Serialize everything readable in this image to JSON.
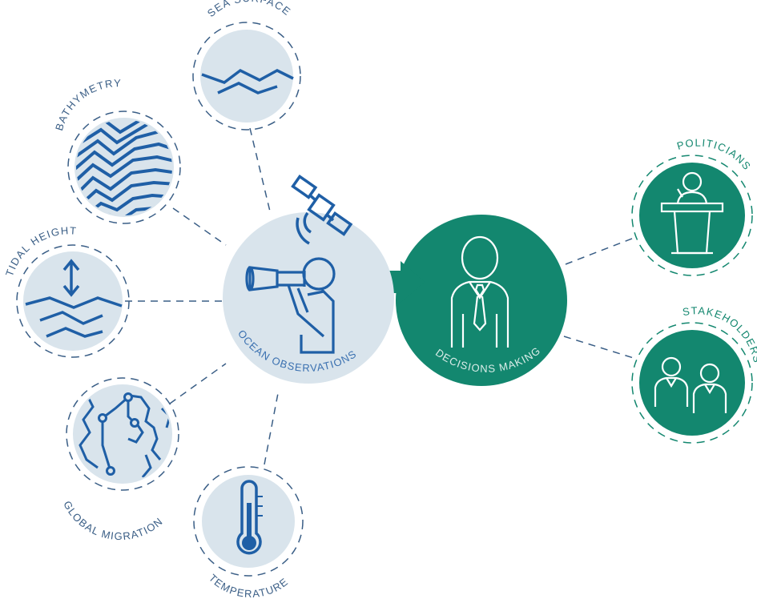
{
  "colors": {
    "blue": "#1f5fa6",
    "light_fill": "#d9e4ec",
    "dash_blue": "#3a5e86",
    "green": "#13876f",
    "white": "#ffffff"
  },
  "observations": {
    "sea_surface": {
      "label": "SEA SURFACE",
      "icon": "waves-icon"
    },
    "bathymetry": {
      "label": "BATHYMETRY",
      "icon": "seafloor-pattern-icon"
    },
    "tidal_height": {
      "label": "TIDAL HEIGHT",
      "icon": "tide-arrow-icon"
    },
    "global_migration": {
      "label": "GLOBAL MIGRATION",
      "icon": "migration-map-icon"
    },
    "temperature": {
      "label": "TEMPERATURE",
      "icon": "thermometer-icon"
    }
  },
  "center": {
    "label": "OCEAN OBSERVATIONS",
    "icons": [
      "satellite-icon",
      "observer-with-telescope-icon"
    ]
  },
  "decision": {
    "label": "DECISIONS MAKING",
    "icon": "businessman-icon"
  },
  "outcomes": {
    "politicians": {
      "label": "POLITICIANS",
      "icon": "podium-speaker-icon"
    },
    "stakeholders": {
      "label": "STAKEHOLDERS",
      "icon": "two-people-icon"
    }
  }
}
